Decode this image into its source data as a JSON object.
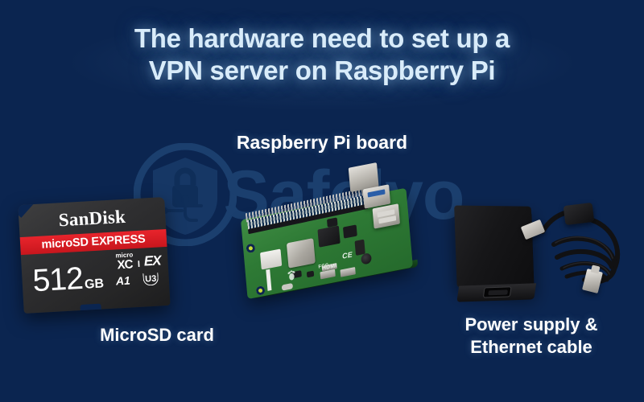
{
  "meta": {
    "background_color": "#0b2550",
    "title_color": "#d9ecfa",
    "caption_color": "#ffffff",
    "accent_red": "#c8161d",
    "watermark_color": "#1b3f6e"
  },
  "title": {
    "line1": "The hardware need to set up a",
    "line2": "VPN server on Raspberry Pi",
    "full": "The hardware need to set up a\nVPN server on Raspberry Pi"
  },
  "watermark": {
    "brand": "Safelyo",
    "logo": "shield-lock-circuit-icon"
  },
  "captions": {
    "pi_board": "Raspberry Pi board",
    "microsd": "MicroSD card",
    "power_ethernet": "Power supply &\nEthernet cable"
  },
  "microsd_card": {
    "brand": "SanDisk",
    "product_line": "microSD EXPRESS",
    "capacity_number": "512",
    "capacity_unit": "GB",
    "format_prefix": "micro",
    "format_class": "XC",
    "speed_class_roman": "I",
    "express_mark": "EX",
    "app_class": "A1",
    "uhs_class": "U3",
    "body_color": "#2f2f31",
    "band_color": "#c8161d"
  },
  "raspberry_pi": {
    "silkscreen_ce": "CE",
    "silkscreen_fcc": "FCC",
    "silkscreen_hdmi": "HDMI",
    "board_color": "#2e7a35",
    "components": [
      "gpio-header",
      "soc-chip",
      "ram-chip",
      "ethernet-port",
      "usb-ports",
      "hdmi-ports",
      "audio-jack",
      "usb-c-power",
      "raspberry-logo"
    ]
  },
  "power_supply": {
    "type": "power-brick",
    "color": "#161618",
    "connector": "iec-socket"
  },
  "ethernet_cable": {
    "type": "coiled-cable",
    "color": "#0f0f11",
    "connectors": [
      "rj45-connector",
      "usb-connector"
    ],
    "has_ferrite_bead": true
  }
}
